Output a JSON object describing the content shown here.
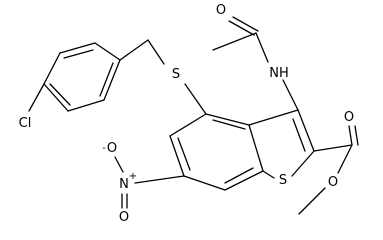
{
  "molecule": {
    "atoms": {
      "carbonyl_oxygen_acetyl": "O",
      "amide_nitrogen": "NH",
      "thioether_sulfur": "S",
      "chlorine": "Cl",
      "ester_carbonyl_oxygen": "O",
      "ester_oxygen": "O",
      "nitro_oxygen_top": "O",
      "nitro_charge_top": "-",
      "nitro_nitrogen": "N",
      "nitro_charge_n": "+",
      "nitro_oxygen_bottom": "O",
      "thiophene_sulfur": "S"
    },
    "colors": {
      "bond": "#000000",
      "label": "#000000",
      "background": "#ffffff"
    }
  }
}
